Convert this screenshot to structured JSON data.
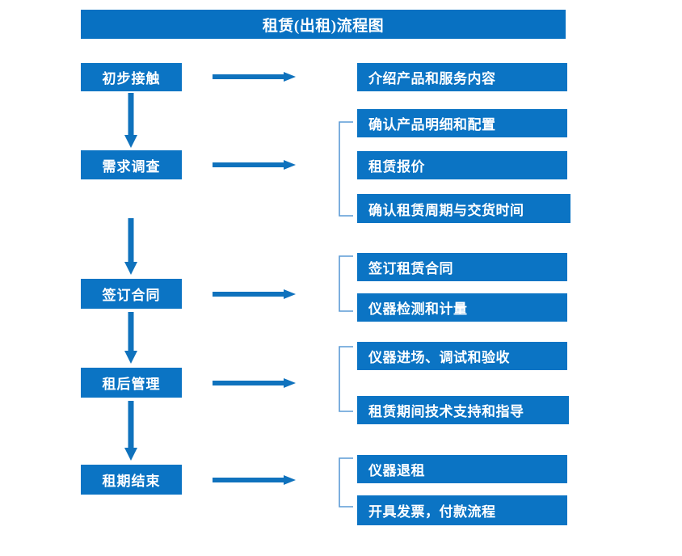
{
  "chart_data": {
    "type": "diagram",
    "title": "租赁(出租)流程图",
    "orientation": "vertical-stages-with-task-branches",
    "stage_count": 5,
    "task_count": 10
  },
  "header": {
    "title": "租赁(出租)流程图"
  },
  "stages": [
    {
      "id": "stage-1",
      "label": "初步接触"
    },
    {
      "id": "stage-2",
      "label": "需求调查"
    },
    {
      "id": "stage-3",
      "label": "签订合同"
    },
    {
      "id": "stage-4",
      "label": "租后管理"
    },
    {
      "id": "stage-5",
      "label": "租期结束"
    }
  ],
  "tasks": [
    {
      "id": "task-1",
      "label": "介绍产品和服务内容"
    },
    {
      "id": "task-2",
      "label": "确认产品明细和配置"
    },
    {
      "id": "task-3",
      "label": "租赁报价"
    },
    {
      "id": "task-4",
      "label": "确认租赁周期与交货时间"
    },
    {
      "id": "task-5",
      "label": "签订租赁合同"
    },
    {
      "id": "task-6",
      "label": "仪器检测和计量"
    },
    {
      "id": "task-7",
      "label": "仪器进场、调试和验收"
    },
    {
      "id": "task-8",
      "label": "租赁期间技术支持和指导"
    },
    {
      "id": "task-9",
      "label": "仪器退租"
    },
    {
      "id": "task-10",
      "label": "开具发票，付款流程"
    }
  ],
  "groups": [
    {
      "id": "group-needs",
      "stage": "需求调查",
      "tasks": [
        "确认产品明细和配置",
        "租赁报价",
        "确认租赁周期与交货时间"
      ]
    },
    {
      "id": "group-contract",
      "stage": "签订合同",
      "tasks": [
        "签订租赁合同",
        "仪器检测和计量"
      ]
    },
    {
      "id": "group-aftercare",
      "stage": "租后管理",
      "tasks": [
        "仪器进场、调试和验收",
        "租赁期间技术支持和指导"
      ]
    },
    {
      "id": "group-end",
      "stage": "租期结束",
      "tasks": [
        "仪器退租",
        "开具发票，付款流程"
      ]
    }
  ],
  "colors": {
    "title_bar": "#0871c2",
    "box_fill": "#0b74c4",
    "box_text": "#ffffff",
    "arrow": "#0f72bd",
    "bracket": "#5b9bd5",
    "background": "#ffffff"
  }
}
